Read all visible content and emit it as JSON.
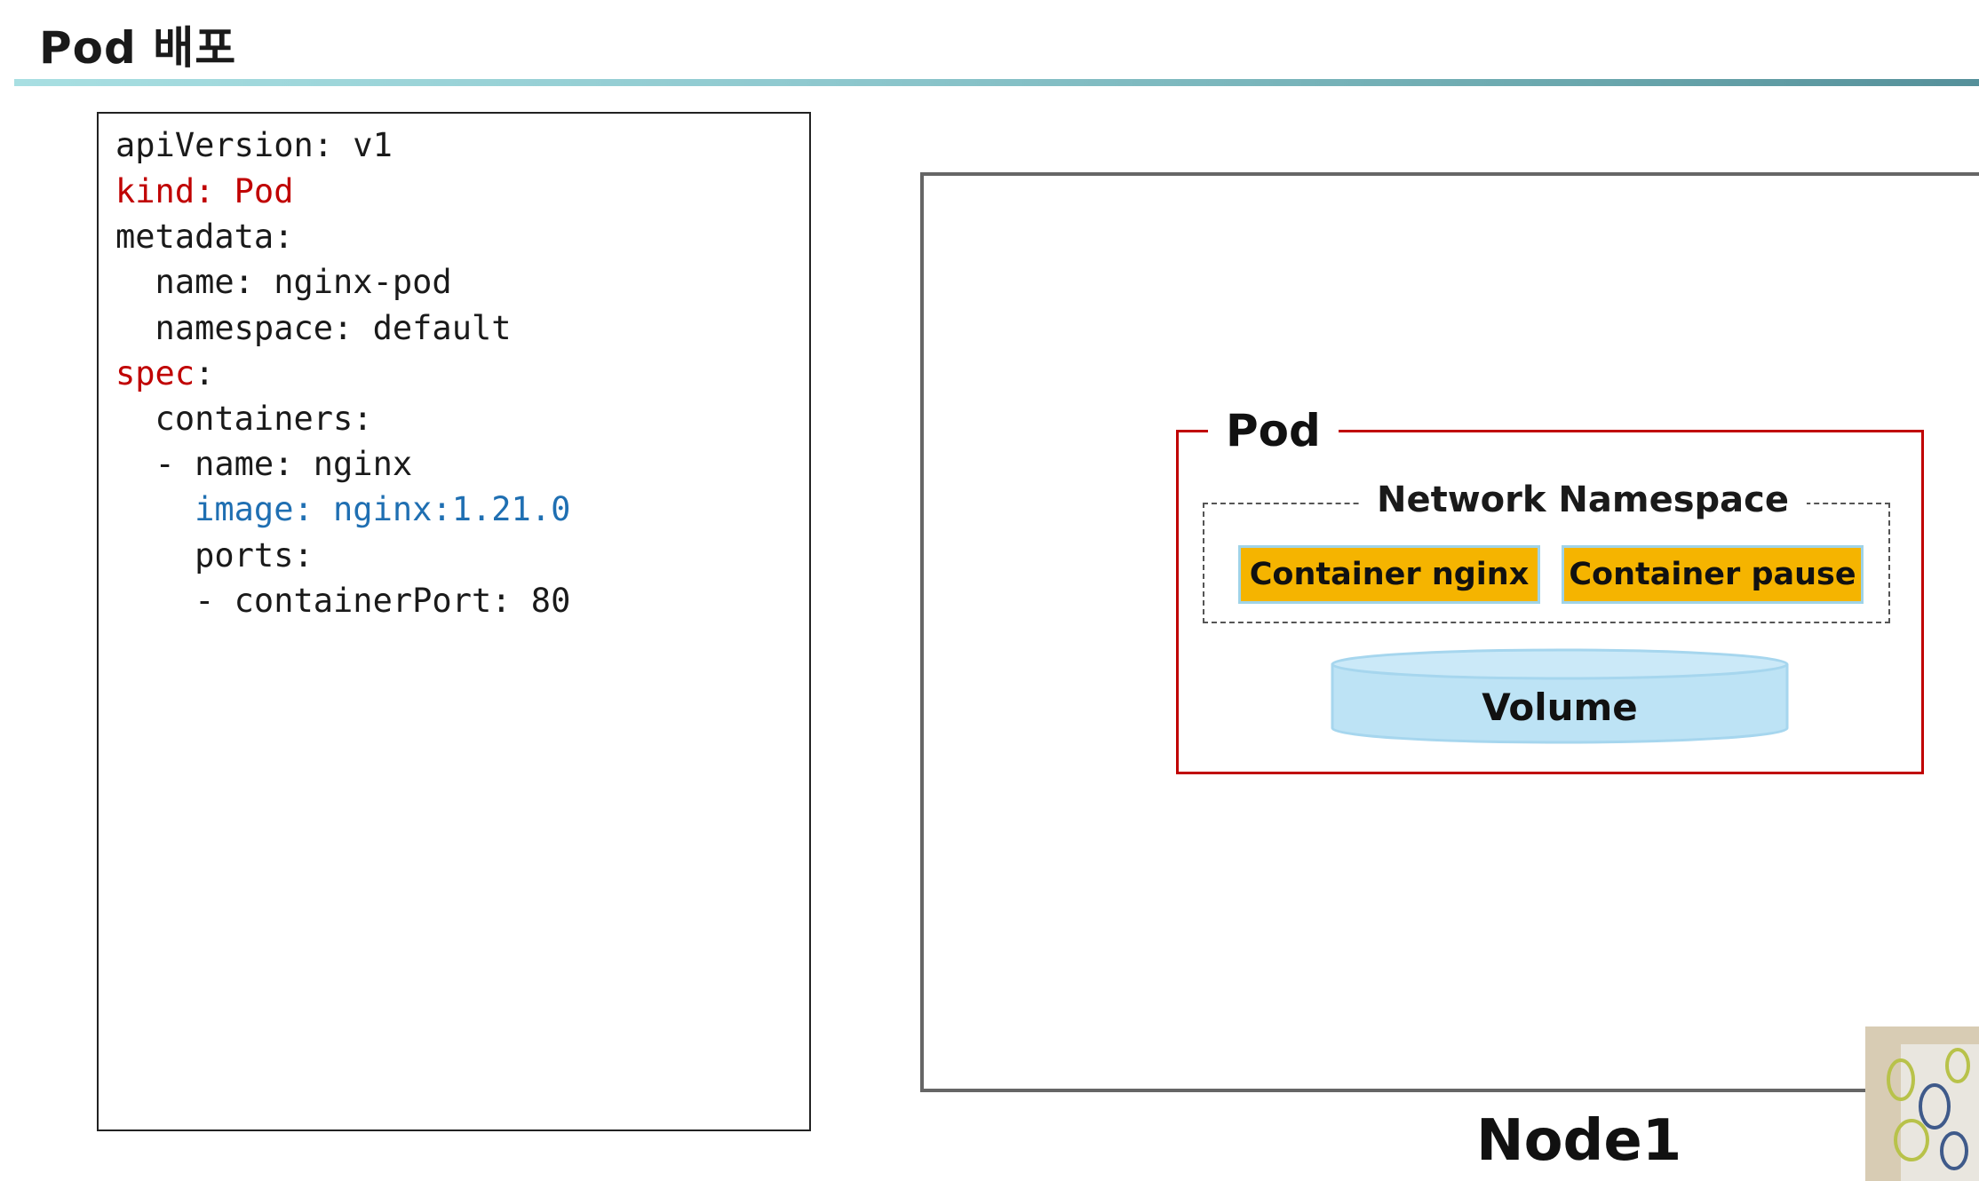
{
  "slide": {
    "title": "Pod 배포"
  },
  "yaml": {
    "lines": [
      "apiVersion: v1",
      "kind: Pod",
      "metadata:",
      "  name: nginx-pod",
      "  namespace: default",
      "spec:",
      "  containers:",
      "  - name: nginx",
      "    image: nginx:1.21.0",
      "    ports:",
      "    - containerPort: 80"
    ],
    "highlight_colors": {
      "kind": "#c00000",
      "spec": "#c00000",
      "image": "#1f6fb2"
    }
  },
  "diagram": {
    "node_label": "Node1",
    "pod_label": "Pod",
    "network_namespace_label": "Network Namespace",
    "containers": [
      "Container nginx",
      "Container pause"
    ],
    "volume_label": "Volume",
    "colors": {
      "pod_border": "#c00000",
      "container_fill": "#f5b400",
      "container_border": "#9fd3e8",
      "volume_fill": "#bde3f5",
      "title_rule": "#8fc9cf"
    }
  }
}
